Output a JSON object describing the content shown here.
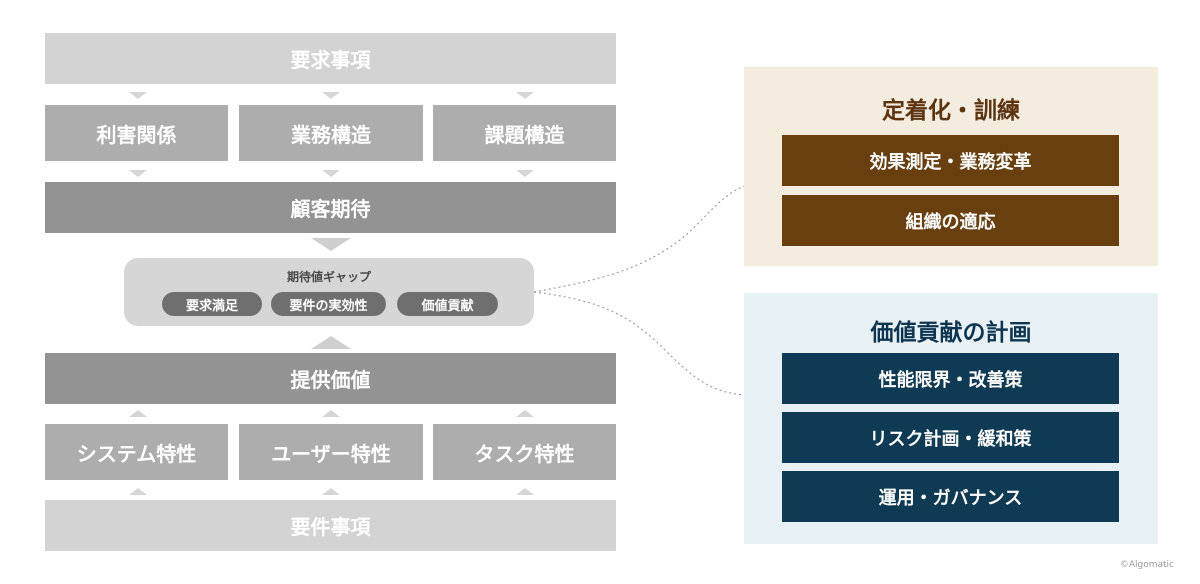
{
  "left": {
    "top": "要求事項",
    "row1": [
      "利害関係",
      "業務構造",
      "課題構造"
    ],
    "expectation": "顧客期待",
    "gap": {
      "title": "期待値ギャップ",
      "items": [
        "要求満足",
        "要件の実効性",
        "価値貢献"
      ]
    },
    "value": "提供価値",
    "row2": [
      "システム特性",
      "ユーザー特性",
      "タスク特性"
    ],
    "bottom": "要件事項"
  },
  "panels": {
    "top": {
      "title": "定着化・訓練",
      "items": [
        "効果測定・業務変革",
        "組織の適応"
      ],
      "bg_color": "#f5ece0",
      "item_color": "#6a3f10",
      "title_color": "#5c3510"
    },
    "bottom": {
      "title": "価値貢献の計画",
      "items": [
        "性能限界・改善策",
        "リスク計画・緩和策",
        "運用・ガバナンス"
      ],
      "bg_color": "#e8f1f5",
      "item_color": "#0f3a53",
      "title_color": "#0e3550"
    }
  },
  "copyright": "©Algomatic"
}
